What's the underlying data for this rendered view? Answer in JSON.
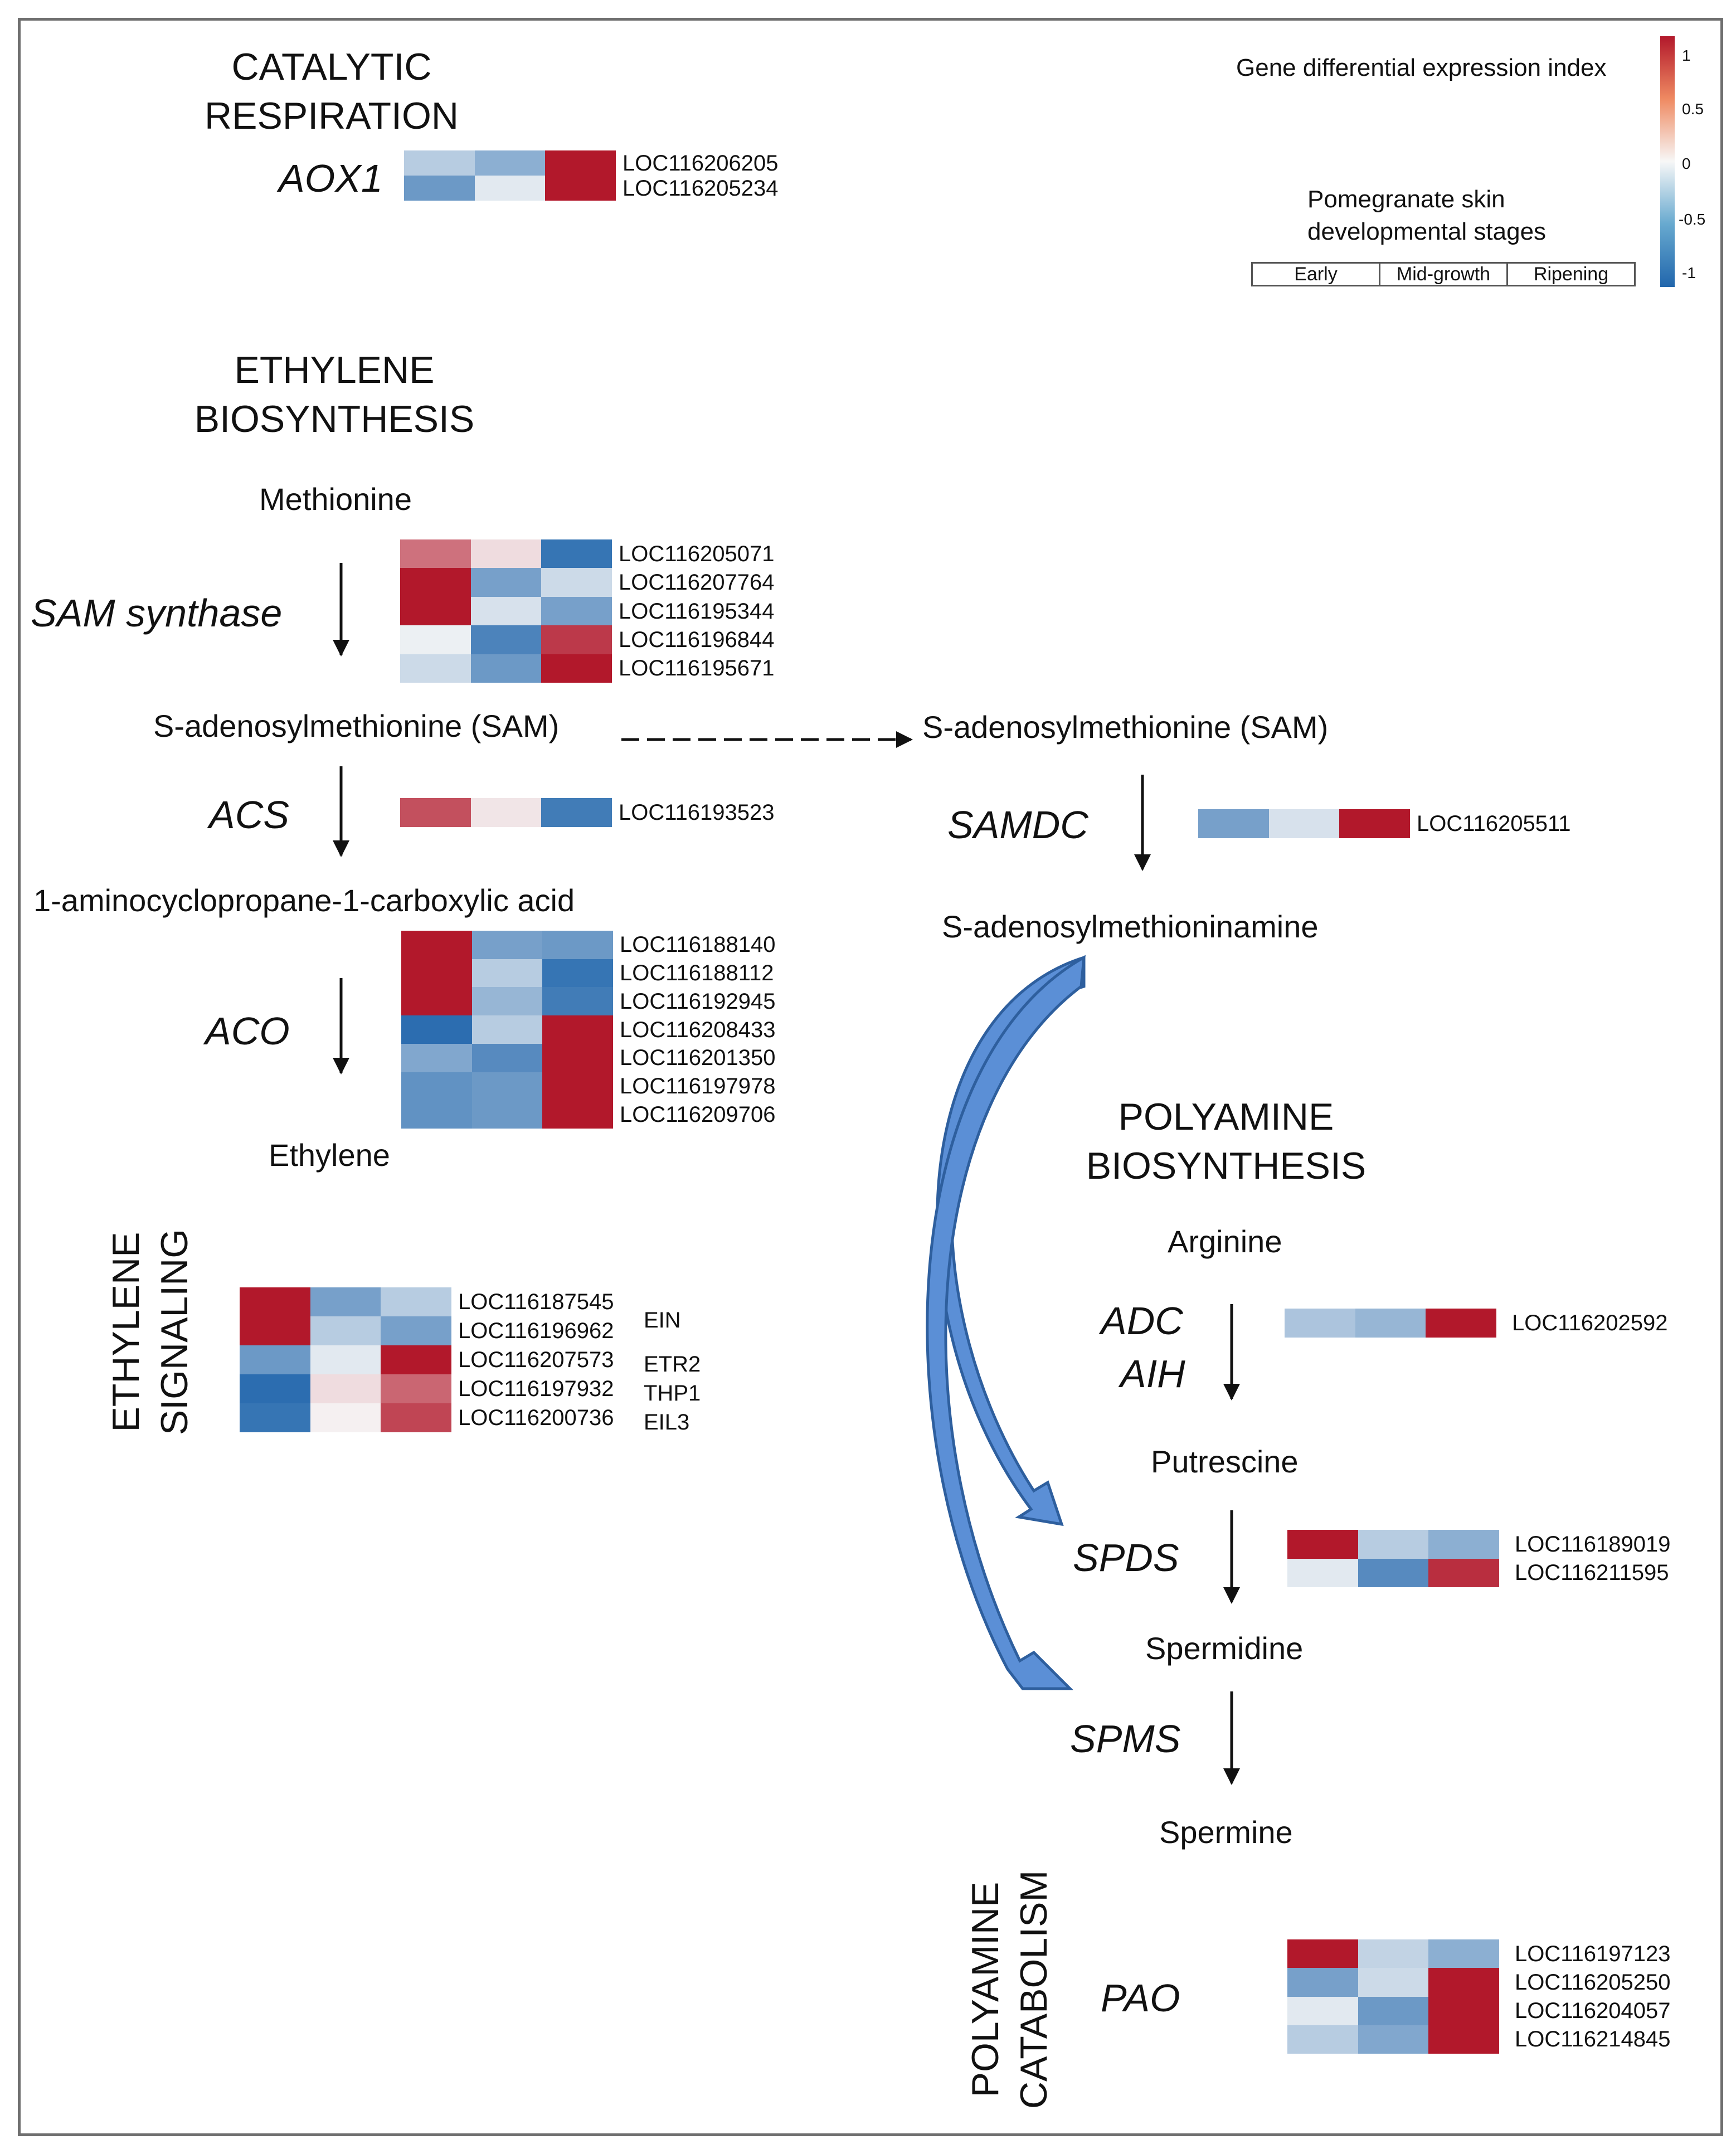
{
  "colors": {
    "high": "#b2182b",
    "mid": "#f7f7f7",
    "low": "#2166ac",
    "arrow_fill": "#5b8fd6",
    "arrow_dark": "#2e5f9e"
  },
  "legend": {
    "title": "Gene differential expression index",
    "scale_ticks": [
      "1",
      "0.5",
      "0",
      "-0.5",
      "-1"
    ],
    "stages_title_line1": "Pomegranate skin",
    "stages_title_line2": "developmental stages",
    "stages": [
      "Early",
      "Mid-growth",
      "Ripening"
    ]
  },
  "sections": {
    "catalytic_respiration": {
      "line1": "CATALYTIC",
      "line2": "RESPIRATION"
    },
    "ethylene_biosynthesis": {
      "line1": "ETHYLENE",
      "line2": "BIOSYNTHESIS"
    },
    "ethylene_signaling": {
      "line1": "ETHYLENE",
      "line2": "SIGNALING"
    },
    "polyamine_biosynthesis": {
      "line1": "POLYAMINE",
      "line2": "BIOSYNTHESIS"
    },
    "polyamine_catabolism": {
      "line1": "POLYAMINE",
      "line2": "CATABOLISM"
    }
  },
  "metabolites": {
    "methionine": "Methionine",
    "sam_left": "S-adenosylmethionine (SAM)",
    "sam_right": "S-adenosylmethionine (SAM)",
    "acc": "1-aminocyclopropane-1-carboxylic acid",
    "ethylene": "Ethylene",
    "dcsam": "S-adenosylmethioninamine",
    "arginine": "Arginine",
    "putrescine": "Putrescine",
    "spermidine": "Spermidine",
    "spermine": "Spermine"
  },
  "enzymes": {
    "aox1": "AOX1",
    "sam_synthase": "SAM synthase",
    "acs": "ACS",
    "aco": "ACO",
    "samdc": "SAMDC",
    "adc": "ADC",
    "aih": "AIH",
    "spds": "SPDS",
    "spms": "SPMS",
    "pao": "PAO"
  },
  "heatmaps": {
    "aox1": {
      "genes": [
        "LOC116206205",
        "LOC116205234"
      ],
      "values": [
        [
          -0.3,
          -0.5,
          1.0
        ],
        [
          -0.65,
          -0.1,
          1.0
        ]
      ]
    },
    "sam_synthase": {
      "genes": [
        "LOC116205071",
        "LOC116207764",
        "LOC116195344",
        "LOC116196844",
        "LOC116195671"
      ],
      "values": [
        [
          0.6,
          0.12,
          -0.9
        ],
        [
          1.0,
          -0.6,
          -0.2
        ],
        [
          1.0,
          -0.15,
          -0.6
        ],
        [
          -0.05,
          -0.8,
          0.85
        ],
        [
          -0.2,
          -0.65,
          1.0
        ]
      ]
    },
    "acs": {
      "genes": [
        "LOC116193523"
      ],
      "values": [
        [
          0.75,
          0.08,
          -0.85
        ]
      ]
    },
    "aco": {
      "genes": [
        "LOC116188140",
        "LOC116188112",
        "LOC116192945",
        "LOC116208433",
        "LOC116201350",
        "LOC116197978",
        "LOC116209706"
      ],
      "values": [
        [
          1.0,
          -0.6,
          -0.65
        ],
        [
          1.0,
          -0.3,
          -0.9
        ],
        [
          1.0,
          -0.45,
          -0.85
        ],
        [
          -0.95,
          -0.3,
          1.0
        ],
        [
          -0.55,
          -0.75,
          1.0
        ],
        [
          -0.7,
          -0.65,
          1.0
        ],
        [
          -0.7,
          -0.65,
          1.0
        ]
      ]
    },
    "ethylene_signaling": {
      "genes": [
        "LOC116187545",
        "LOC116196962",
        "LOC116207573",
        "LOC116197932",
        "LOC116200736"
      ],
      "values": [
        [
          1.0,
          -0.6,
          -0.3
        ],
        [
          1.0,
          -0.3,
          -0.6
        ],
        [
          -0.65,
          -0.1,
          1.0
        ],
        [
          -0.95,
          0.12,
          0.65
        ],
        [
          -0.9,
          0.03,
          0.8
        ]
      ],
      "symbols": {
        "ein": "EIN",
        "etr2": "ETR2",
        "thp1": "THP1",
        "eil3": "EIL3"
      }
    },
    "samdc": {
      "genes": [
        "LOC116205511"
      ],
      "values": [
        [
          -0.6,
          -0.15,
          1.0
        ]
      ]
    },
    "adc": {
      "genes": [
        "LOC116202592"
      ],
      "values": [
        [
          -0.35,
          -0.45,
          1.0
        ]
      ]
    },
    "spds": {
      "genes": [
        "LOC116189019",
        "LOC116211595"
      ],
      "values": [
        [
          1.0,
          -0.3,
          -0.5
        ],
        [
          -0.1,
          -0.75,
          0.9
        ]
      ]
    },
    "pao": {
      "genes": [
        "LOC116197123",
        "LOC116205250",
        "LOC116204057",
        "LOC116214845"
      ],
      "values": [
        [
          1.0,
          -0.25,
          -0.5
        ],
        [
          -0.6,
          -0.2,
          1.0
        ],
        [
          -0.1,
          -0.65,
          1.0
        ],
        [
          -0.3,
          -0.55,
          1.0
        ]
      ]
    }
  }
}
